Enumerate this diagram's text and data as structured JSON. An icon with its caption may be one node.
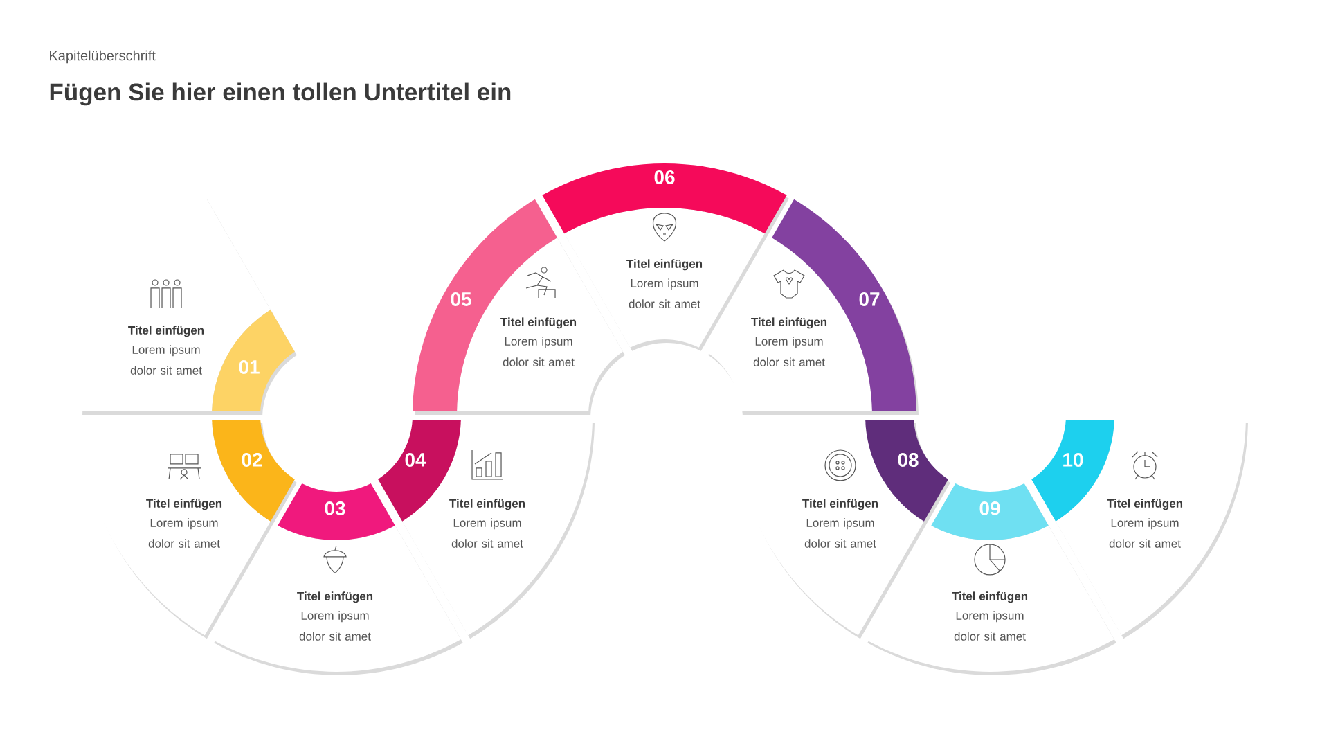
{
  "diagram": {
    "title": "Fügen Sie hier einen tollen Untertitel ein",
    "nodes": [
      {
        "text": [
          "01",
          "Titel einfügen",
          "Lorem ipsum dolor sit amet"
        ]
      },
      {
        "text": [
          "02",
          "Titel einfügen",
          "Lorem ipsum dolor sit amet"
        ]
      },
      {
        "text": [
          "03",
          "Titel einfügen",
          "Lorem ipsum dolor sit amet"
        ]
      },
      {
        "text": [
          "04",
          "Titel einfügen",
          "Lorem ipsum dolor sit amet"
        ]
      },
      {
        "text": [
          "05",
          "Titel einfügen",
          "Lorem ipsum dolor sit amet"
        ]
      },
      {
        "text": [
          "06",
          "Titel einfügen",
          "Lorem ipsum dolor sit amet"
        ]
      },
      {
        "text": [
          "07",
          "Titel einfügen",
          "Lorem ipsum dolor sit amet"
        ]
      },
      {
        "text": [
          "08",
          "Titel einfügen",
          "Lorem ipsum dolor sit amet"
        ]
      },
      {
        "text": [
          "09",
          "Titel einfügen",
          "Lorem ipsum dolor sit amet"
        ]
      },
      {
        "text": [
          "10",
          "Titel einfügen",
          "Lorem ipsum dolor sit amet"
        ]
      }
    ],
    "labels": [
      "Kapitelüberschrift"
    ]
  }
}
